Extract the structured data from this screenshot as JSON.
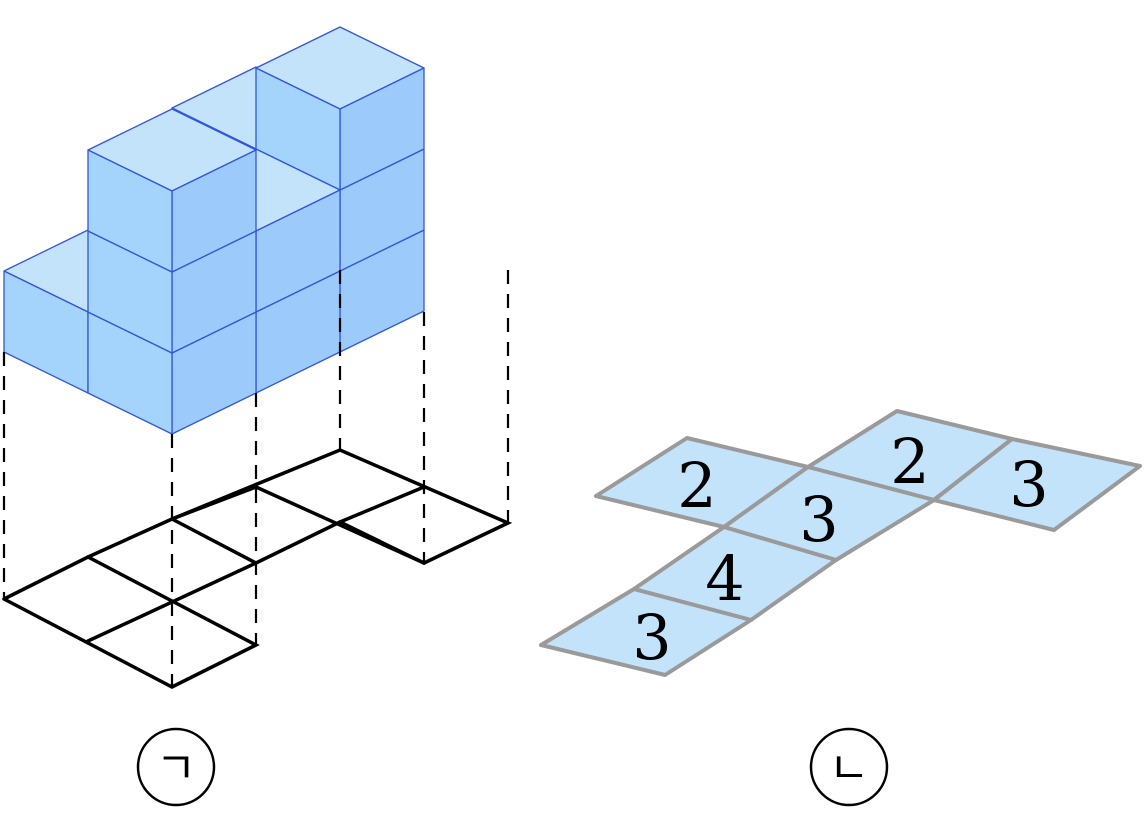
{
  "figure_left": {
    "label": "ㄱ",
    "columns": [
      {
        "col": 0,
        "row": 0,
        "height": 3
      },
      {
        "col": 0,
        "row": 1,
        "height": 1
      },
      {
        "col": 1,
        "row": 0,
        "height": 2
      },
      {
        "col": 2,
        "row": 0,
        "height": 3
      },
      {
        "col": 2,
        "row": 1,
        "height": 2
      }
    ]
  },
  "figure_right": {
    "label": "ㄴ",
    "cells": [
      {
        "id": "a",
        "value": "2"
      },
      {
        "id": "b",
        "value": "2"
      },
      {
        "id": "c",
        "value": "3"
      },
      {
        "id": "d",
        "value": "3"
      },
      {
        "id": "e",
        "value": "4"
      },
      {
        "id": "f",
        "value": "3"
      }
    ]
  },
  "colors": {
    "top_face": "#c3e3fb",
    "left_face": "#a4d4fb",
    "right_face": "#9ccbfb",
    "edge": "#3355dd",
    "map_border": "#9a9a9a"
  }
}
